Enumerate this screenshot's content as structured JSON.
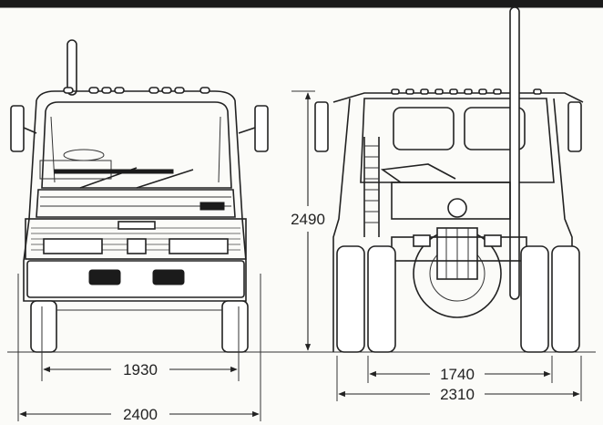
{
  "colors": {
    "line": "#222222",
    "paper": "#fbfbf8",
    "top_band": "#1b1b1b"
  },
  "dimensions": {
    "front_track": "1930",
    "front_overall_width": "2400",
    "overall_height": "2490",
    "rear_track": "1740",
    "rear_overall_width": "2310"
  }
}
